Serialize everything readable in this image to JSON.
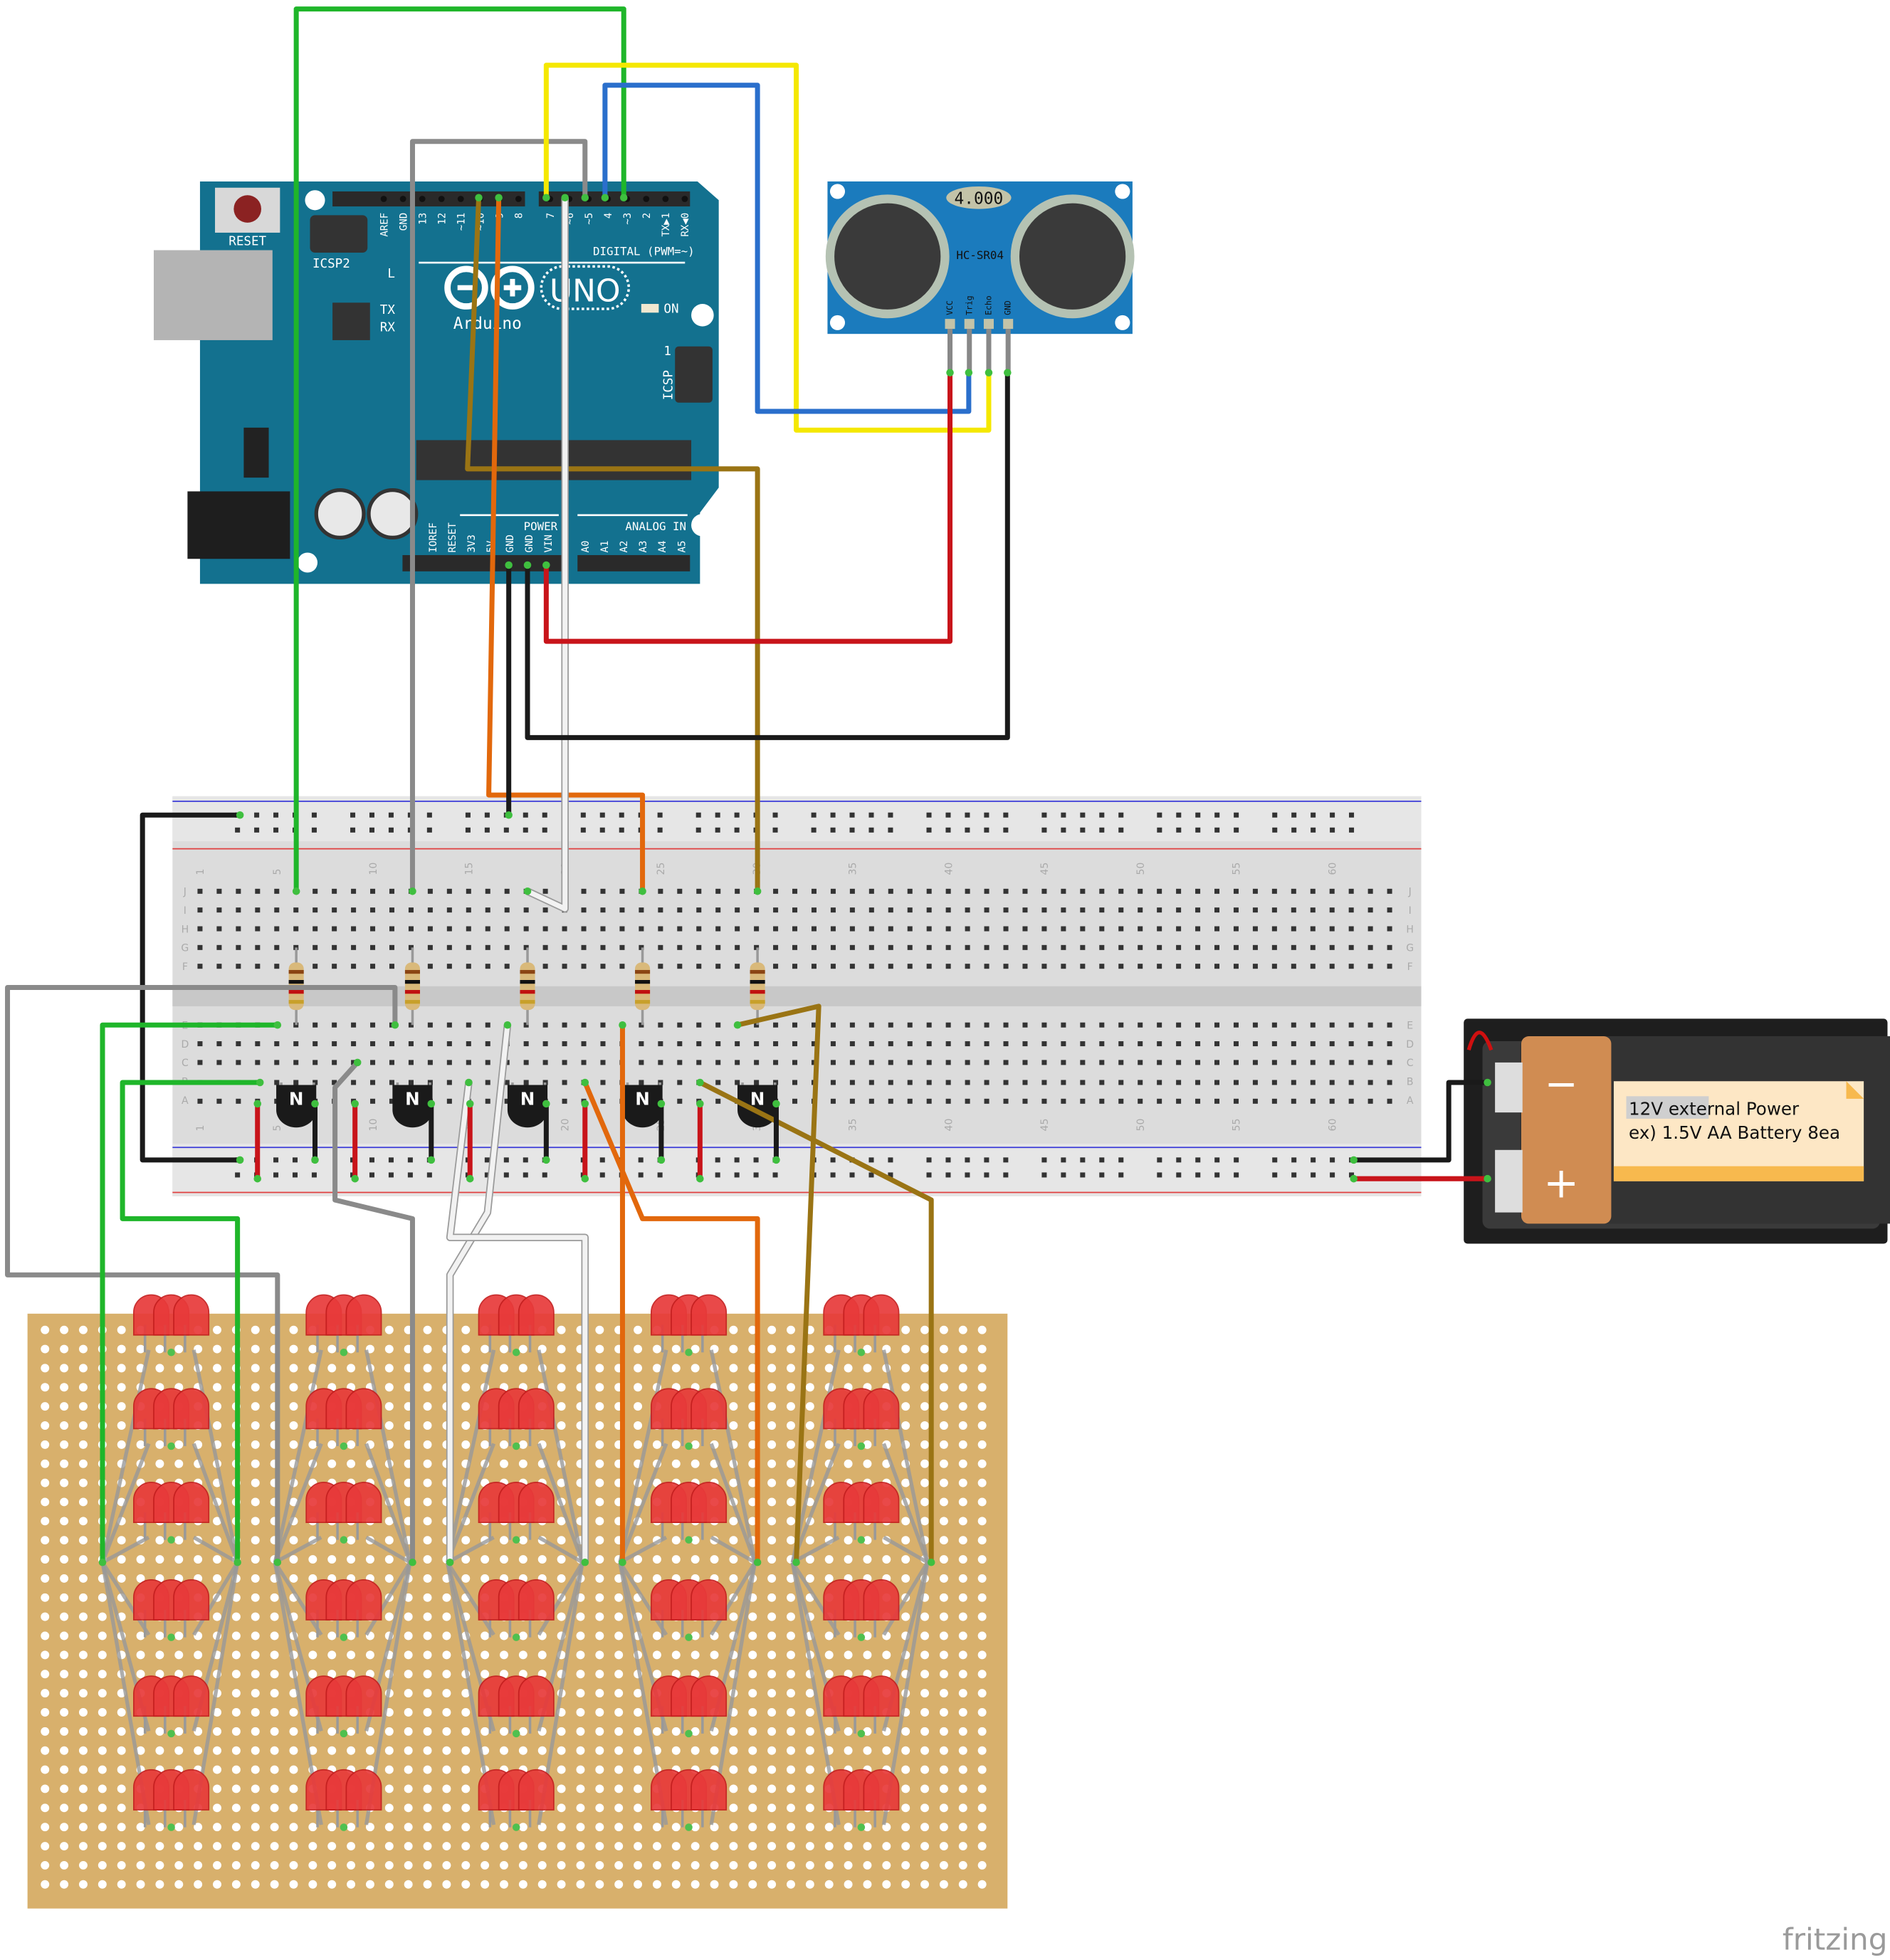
{
  "arduino": {
    "reset_label": "RESET",
    "icsp2_label": "ICSP2",
    "digital_label": "DIGITAL (PWM=~)",
    "digital_pins": [
      "AREF",
      "GND",
      "13",
      "12",
      "~11",
      "~10",
      "~9",
      "8",
      "7",
      "~6",
      "~5",
      "4",
      "~3",
      "2",
      "TX▶1",
      "RX◀0"
    ],
    "led_labels": [
      "L",
      "TX",
      "RX"
    ],
    "logo_text": "Arduino",
    "model": "UNO",
    "on_label": "ON",
    "icsp_label": "ICSP",
    "icsp_pin1": "1",
    "power_label": "POWER",
    "analog_label": "ANALOG IN",
    "power_pins": [
      "IOREF",
      "RESET",
      "3V3",
      "5V",
      "GND",
      "GND",
      "VIN"
    ],
    "analog_pins": [
      "A0",
      "A1",
      "A2",
      "A3",
      "A4",
      "A5"
    ],
    "board_color": "#13718f"
  },
  "sensor": {
    "display": "4.000",
    "name": "HC-SR04",
    "pins": [
      "VCC",
      "Trig",
      "Echo",
      "GND"
    ],
    "board_color": "#1b7bbd"
  },
  "breadboard": {
    "column_numbers": [
      "1",
      "5",
      "10",
      "15",
      "20",
      "25",
      "30",
      "35",
      "40",
      "45",
      "50",
      "55",
      "60"
    ],
    "rows_top": [
      "J",
      "I",
      "H",
      "G",
      "F"
    ],
    "rows_bottom": [
      "E",
      "D",
      "C",
      "B",
      "A"
    ]
  },
  "transistor_label": "N",
  "battery": {
    "minus": "−",
    "plus": "+",
    "note_line1": "12V external Power",
    "note_line2": "ex) 1.5V AA Battery 8ea"
  },
  "logo": "fritzing",
  "wire_colors": {
    "green": "#1fb62a",
    "gray": "#8a8a8a",
    "yellow": "#f5e800",
    "blue": "#2a6fcc",
    "brown": "#9a7414",
    "orange": "#e2680c",
    "white": "#f2f2f2",
    "red": "#c8141a",
    "black": "#1a1a1a"
  }
}
